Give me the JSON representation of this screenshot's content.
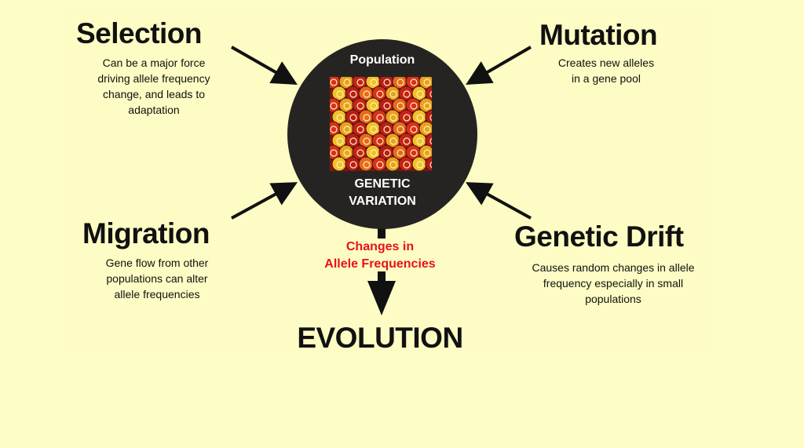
{
  "center": {
    "title": "Population",
    "subtitle": "GENETIC\nVARIATION"
  },
  "selection": {
    "title": "Selection",
    "desc": "Can be a major force\ndriving allele frequency\nchange, and leads to\nadaptation"
  },
  "mutation": {
    "title": "Mutation",
    "desc": "Creates new alleles\nin a gene pool"
  },
  "migration": {
    "title": "Migration",
    "desc": "Gene flow from other\npopulations can alter\nallele frequencies"
  },
  "drift": {
    "title": "Genetic Drift",
    "desc": "Causes random changes in allele\nfrequency especially in small\npopulations"
  },
  "change": "Changes in\nAllele Frequencies",
  "evolution": "EVOLUTION",
  "colors": {
    "background": "#fdfdc6",
    "circle": "#262422",
    "change_text": "#e8121a"
  }
}
